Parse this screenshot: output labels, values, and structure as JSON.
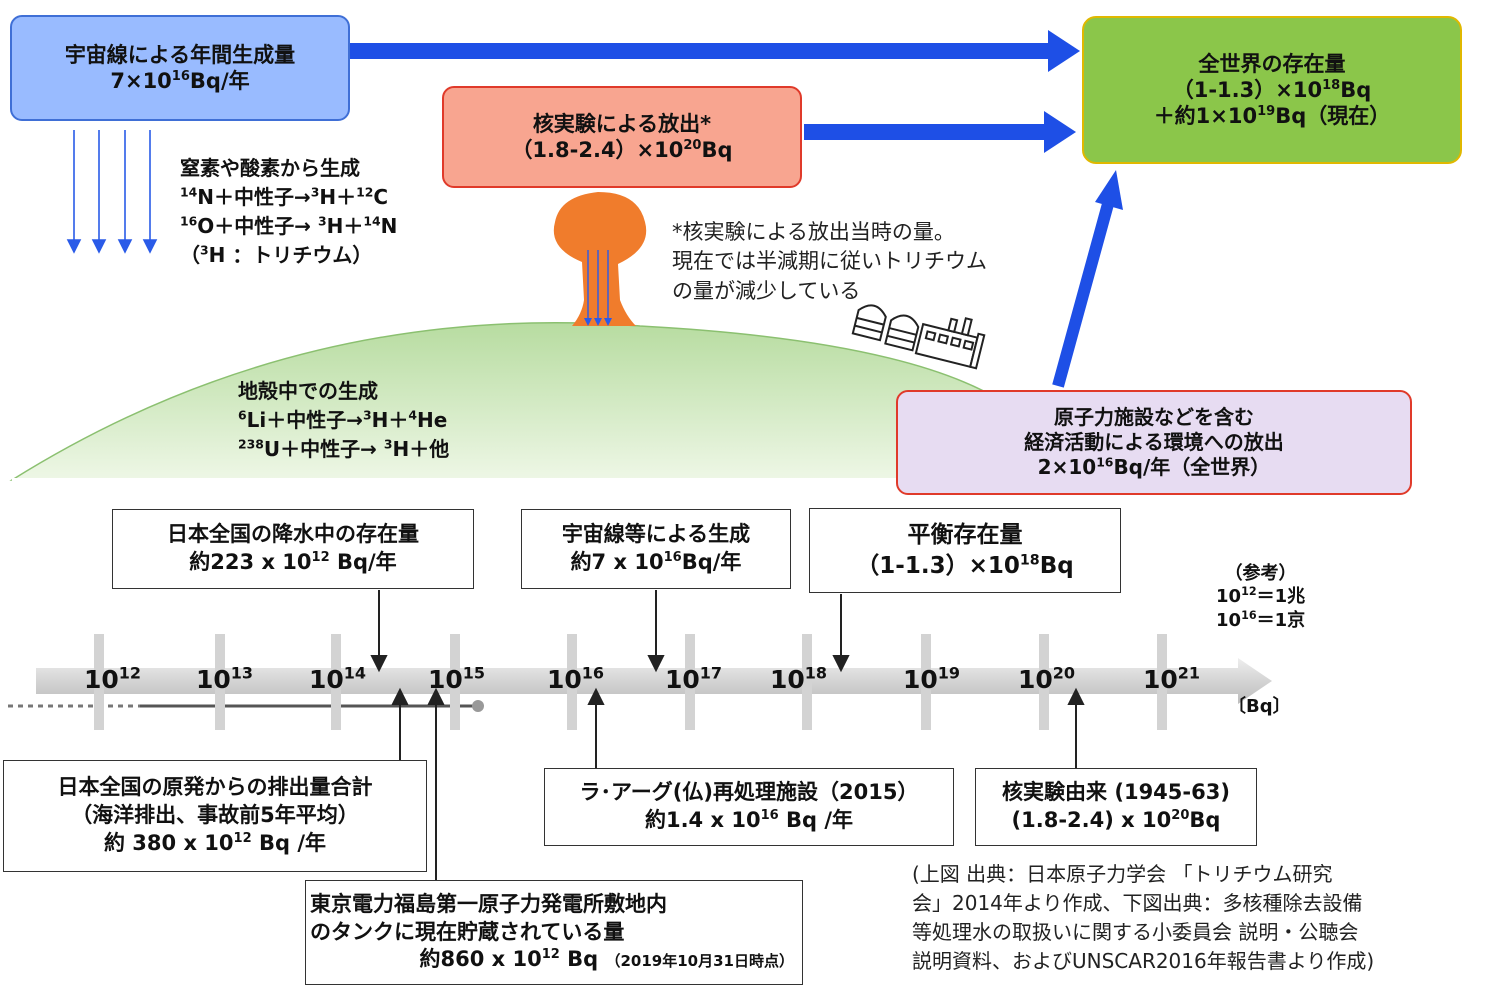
{
  "colors": {
    "cosmic_fill": "#99bbff",
    "cosmic_border": "#3f6fd6",
    "nuclear_fill": "#f8a590",
    "nuclear_border": "#e03a2a",
    "world_fill": "#8bc64a",
    "world_border": "#e0b800",
    "econ_fill": "#e7dcf2",
    "econ_border": "#e03a2a",
    "arrow_blue": "#1e4fe6",
    "ground_green": "#a7d08a",
    "mushroom_orange": "#f07c2c"
  },
  "cosmic_box": {
    "title": "宇宙線による年間生成量",
    "value": "7×10",
    "exp": "16",
    "unit": "Bq/年"
  },
  "nuclear_box": {
    "title": "核実験による放出*",
    "value": "（1.8-2.4）×10",
    "exp": "20",
    "unit": "Bq"
  },
  "world_box": {
    "title": "全世界の存在量",
    "line2_pre": "（1-1.3）×10",
    "line2_exp": "18",
    "line2_post": "Bq",
    "line3_pre": "＋約1×10",
    "line3_exp": "19",
    "line3_post": "Bq（現在）"
  },
  "econ_box": {
    "line1": "原子力施設などを含む",
    "line2": "経済活動による環境への放出",
    "line3_pre": "2×10",
    "line3_exp": "16",
    "line3_post": "Bq/年（全世界）"
  },
  "nitro_text": {
    "line1": "窒素や酸素から生成",
    "line2_a": "14",
    "line2_b": "N＋中性子→",
    "line2_c": "3",
    "line2_d": "H＋",
    "line2_e": "12",
    "line2_f": "C",
    "line3_a": "16",
    "line3_b": "O＋中性子→ ",
    "line3_c": "3",
    "line3_d": "H＋",
    "line3_e": "14",
    "line3_f": "N",
    "line4_a": "（",
    "line4_b": "3",
    "line4_c": "H ：トリチウム）"
  },
  "crust_text": {
    "line1": "地殻中での生成",
    "line2_a": "6",
    "line2_b": "Li＋中性子→",
    "line2_c": "3",
    "line2_d": "H＋",
    "line2_e": "4",
    "line2_f": "He",
    "line3_a": "238",
    "line3_b": "U＋中性子→ ",
    "line3_c": "3",
    "line3_d": "H＋他"
  },
  "note_text": {
    "line1": "*核実験による放出当時の量。",
    "line2": "現在では半減期に従いトリチウム",
    "line3": "の量が減少している"
  },
  "precip_box": {
    "title": "日本全国の降水中の存在量",
    "value": "約223 x 10",
    "exp": "12",
    "unit": " Bq/年"
  },
  "cosmic2_box": {
    "title": "宇宙線等による生成",
    "value": "約7 x 10",
    "exp": "16",
    "unit": "Bq/年"
  },
  "eq_box": {
    "title": "平衡存在量",
    "value": "（1-1.3）×10",
    "exp": "18",
    "unit": "Bq"
  },
  "reference": {
    "title": "（参考）",
    "line1_a": "10",
    "line1_b": "12",
    "line1_c": "＝1兆",
    "line2_a": "10",
    "line2_b": "16",
    "line2_c": "＝1京"
  },
  "axis": {
    "unit": "〔Bq〕",
    "base": "10",
    "exponents": [
      "12",
      "13",
      "14",
      "15",
      "16",
      "17",
      "18",
      "19",
      "20",
      "21"
    ]
  },
  "japan_box": {
    "line1": "日本全国の原発からの排出量合計",
    "line2": "（海洋排出、事故前5年平均）",
    "value": "約 380 x 10",
    "exp": "12",
    "unit": " Bq /年"
  },
  "fukushima_box": {
    "line1": "東京電力福島第一原子力発電所敷地内",
    "line2": "のタンクに現在貯蔵されている量",
    "value": "約860  x 10",
    "exp": "12",
    "unit": " Bq ",
    "note": "（2019年10月31日時点）"
  },
  "lahague_box": {
    "line1": "ラ･アーグ(仏)再処理施設（2015）",
    "value": "約1.4 x 10",
    "exp": "16",
    "unit": " Bq /年"
  },
  "nuctest_box": {
    "line1": "核実験由来 (1945-63)",
    "value": "(1.8-2.4) x 10",
    "exp": "20",
    "unit": "Bq"
  },
  "source_text": {
    "line1": "(上図  出典：日本原子力学会  「トリチウム研究",
    "line2": "会」2014年より作成、下図出典：多核種除去設備",
    "line3": "等処理水の取扱いに関する小委員会  説明・公聴会",
    "line4": "説明資料、およびUNSCAR2016年報告書より作成)"
  }
}
